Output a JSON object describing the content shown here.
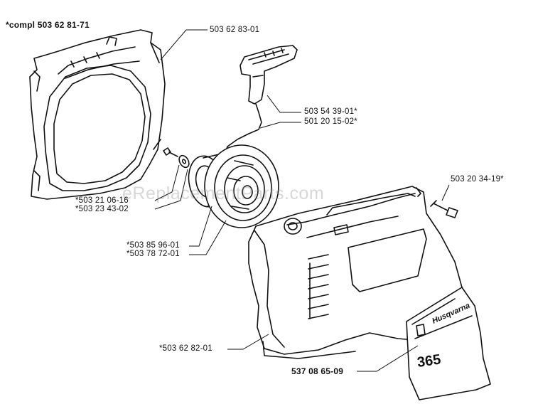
{
  "labels": {
    "compl_assembly": "*compl 503 62 81-71",
    "fan_housing": "503 62 83-01",
    "starter_handle": "503 54 39-01*",
    "starter_cord": "501 20 15-02*",
    "cover_screw": "503 20 34-19*",
    "screw": "*503 21 06-16",
    "washer": "*503 23 43-02",
    "starter_pulley": "*503 85 96-01",
    "recoil_spring": "*503 78 72-01",
    "starter_cover": "*503 62 82-01",
    "decal": "537 08 65-09"
  },
  "decal_text": {
    "brand": "Husqvarna",
    "model": "365"
  },
  "watermark": "eReplacementParts.com"
}
